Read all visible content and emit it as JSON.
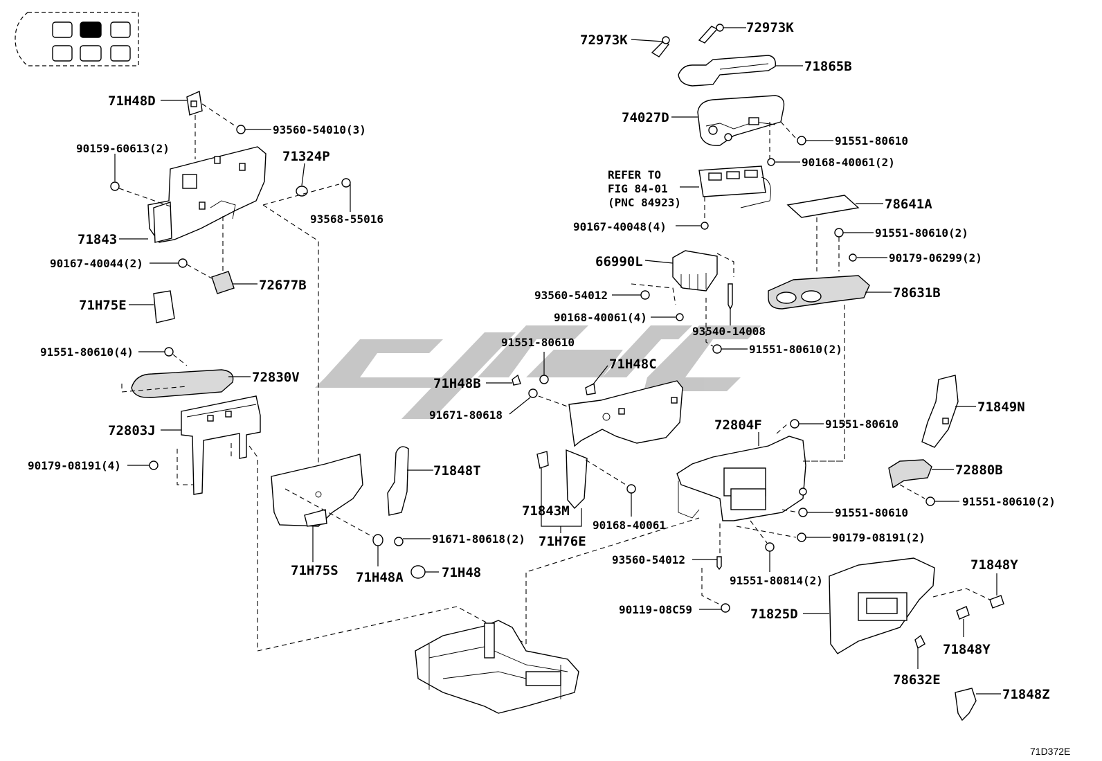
{
  "diagram_code": "71D372E",
  "labels": {
    "l_72973K_a": "72973K",
    "l_72973K_b": "72973K",
    "l_71865B": "71865B",
    "l_74027D": "74027D",
    "l_91551_80610_a": "91551-80610",
    "l_90168_40061_2a": "90168-40061(2)",
    "l_refer1": "REFER TO",
    "l_refer2": "FIG 84-01",
    "l_refer3": "(PNC 84923)",
    "l_78641A": "78641A",
    "l_90167_40048_4": "90167-40048(4)",
    "l_91551_80610_2a": "91551-80610(2)",
    "l_66990L": "66990L",
    "l_90179_06299_2": "90179-06299(2)",
    "l_93560_54012_a": "93560-54012",
    "l_78631B": "78631B",
    "l_90168_40061_4": "90168-40061(4)",
    "l_93540_14008": "93540-14008",
    "l_91551_80610_2b": "91551-80610(2)",
    "l_71H48D": "71H48D",
    "l_93560_54010_3": "93560-54010(3)",
    "l_90159_60613_2": "90159-60613(2)",
    "l_71324P": "71324P",
    "l_93568_55016": "93568-55016",
    "l_71843": "71843",
    "l_90167_40044_2": "90167-40044(2)",
    "l_72677B": "72677B",
    "l_71H75E": "71H75E",
    "l_91551_80610_4": "91551-80610(4)",
    "l_72830V": "72830V",
    "l_72803J": "72803J",
    "l_90179_08191_4": "90179-08191(4)",
    "l_91551_80610_b": "91551-80610",
    "l_71H48C": "71H48C",
    "l_71H48B": "71H48B",
    "l_91671_80618": "91671-80618",
    "l_71848T": "71848T",
    "l_71843M": "71843M",
    "l_71H76E": "71H76E",
    "l_90168_40061": "90168-40061",
    "l_72804F": "72804F",
    "l_91551_80610_c": "91551-80610",
    "l_71849N": "71849N",
    "l_72880B": "72880B",
    "l_91551_80610_2c": "91551-80610(2)",
    "l_91551_80610_d": "91551-80610",
    "l_90179_08191_2": "90179-08191(2)",
    "l_93560_54012_b": "93560-54012",
    "l_91551_80814_2": "91551-80814(2)",
    "l_90119_08C59": "90119-08C59",
    "l_71825D": "71825D",
    "l_71H75S": "71H75S",
    "l_71H48A": "71H48A",
    "l_91671_80618_2": "91671-80618(2)",
    "l_71H48": "71H48",
    "l_71848Y_a": "71848Y",
    "l_71848Y_b": "71848Y",
    "l_78632E": "78632E",
    "l_71848Z": "71848Z"
  },
  "colors": {
    "ink": "#000000",
    "watermark": "#bdbdbd",
    "highlight_seat": "#000000"
  },
  "icons": {
    "seat_map": "vehicle-seat-layout-icon",
    "watermark": "brand-watermark"
  }
}
